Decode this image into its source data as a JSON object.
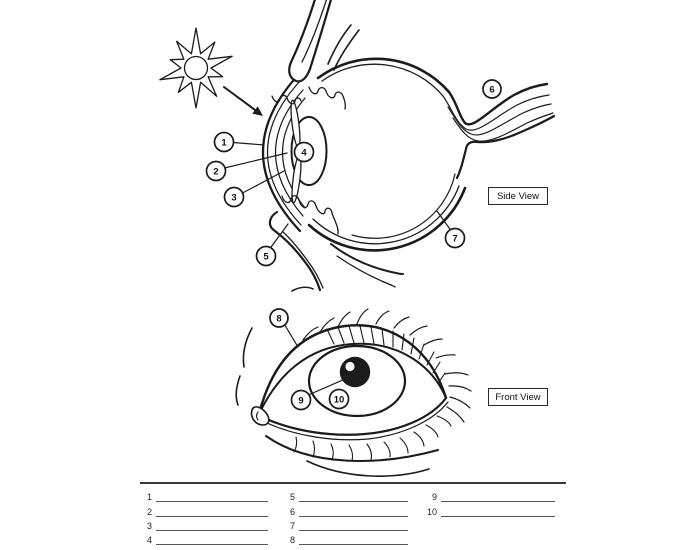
{
  "page": {
    "background": "#ffffff",
    "ink_color": "#1b1b1b"
  },
  "side_view": {
    "caption": "Side View",
    "icons": {
      "sun_icon": "sunburst-light-source",
      "light_arrow_icon": "diagonal-arrow-toward-cornea"
    },
    "labels": [
      {
        "n": "1"
      },
      {
        "n": "2"
      },
      {
        "n": "3"
      },
      {
        "n": "4"
      },
      {
        "n": "5"
      },
      {
        "n": "6"
      },
      {
        "n": "7"
      }
    ]
  },
  "front_view": {
    "caption": "Front View",
    "labels": [
      {
        "n": "8"
      },
      {
        "n": "9"
      },
      {
        "n": "10"
      }
    ]
  },
  "answer_sheet": {
    "columns": [
      {
        "rows": [
          {
            "n": "1"
          },
          {
            "n": "2"
          },
          {
            "n": "3"
          },
          {
            "n": "4"
          }
        ]
      },
      {
        "rows": [
          {
            "n": "5"
          },
          {
            "n": "6"
          },
          {
            "n": "7"
          },
          {
            "n": "8"
          }
        ]
      },
      {
        "rows": [
          {
            "n": "9"
          },
          {
            "n": "10"
          }
        ]
      }
    ]
  }
}
